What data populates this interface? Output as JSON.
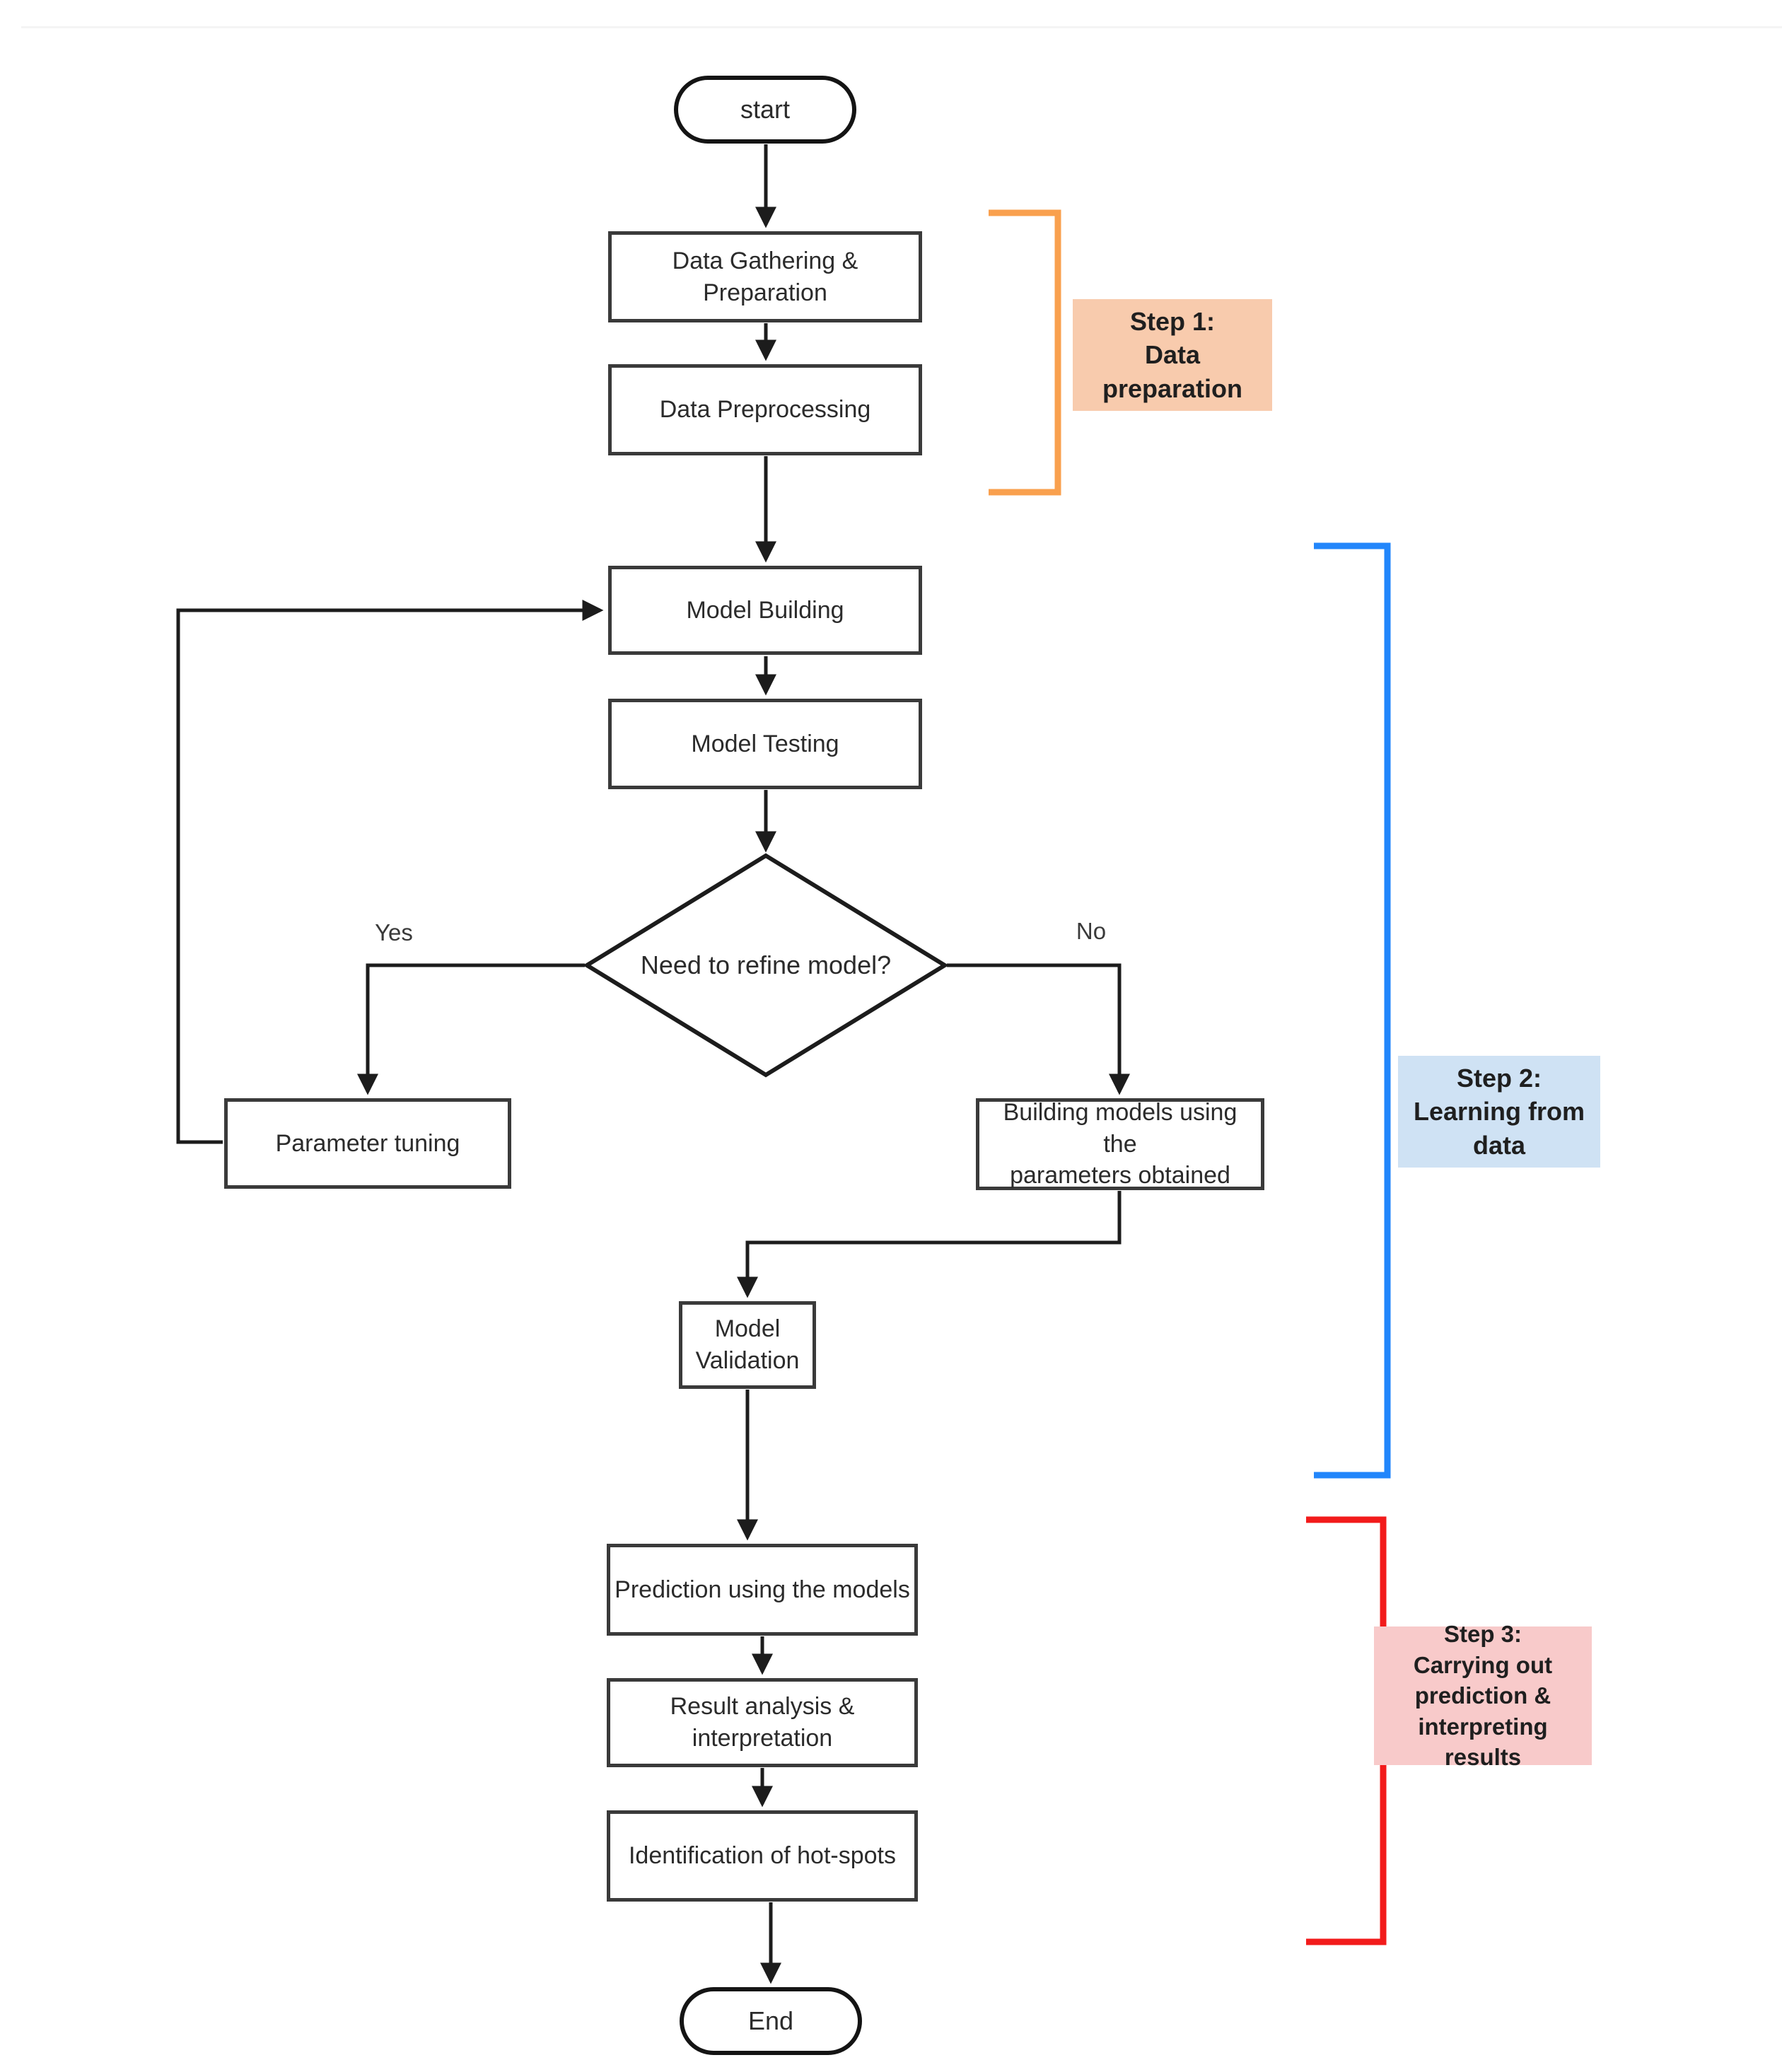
{
  "diagram_title": "Machine learning workflow flowchart",
  "nodes": {
    "start": {
      "label": "start"
    },
    "data_gathering": {
      "label": "Data Gathering &\nPreparation"
    },
    "data_preprocessing": {
      "label": "Data Preprocessing"
    },
    "model_building": {
      "label": "Model Building"
    },
    "model_testing": {
      "label": "Model Testing"
    },
    "decision": {
      "label": "Need to refine model?"
    },
    "parameter_tuning": {
      "label": "Parameter tuning"
    },
    "building_models": {
      "label": "Building models using the\nparameters obtained"
    },
    "model_validation": {
      "label": "Model\nValidation"
    },
    "prediction": {
      "label": "Prediction using the models"
    },
    "result_analysis": {
      "label": "Result analysis &\ninterpretation"
    },
    "identification": {
      "label": "Identification of hot-spots"
    },
    "end": {
      "label": "End"
    }
  },
  "branches": {
    "yes_label": "Yes",
    "no_label": "No"
  },
  "steps": [
    {
      "title_and_text": "Step 1:\nData\npreparation",
      "bracket_color": "#f9a04e",
      "label_bg": "#f8cbad"
    },
    {
      "title_and_text": "Step 2:\nLearning from\ndata",
      "bracket_color": "#2286fb",
      "label_bg": "#cfe2f4"
    },
    {
      "title_and_text": "Step 3:\nCarrying out\nprediction &\ninterpreting results",
      "bracket_color": "#f21b1b",
      "label_bg": "#f8caca"
    }
  ],
  "line_color": "#1c1c1c"
}
